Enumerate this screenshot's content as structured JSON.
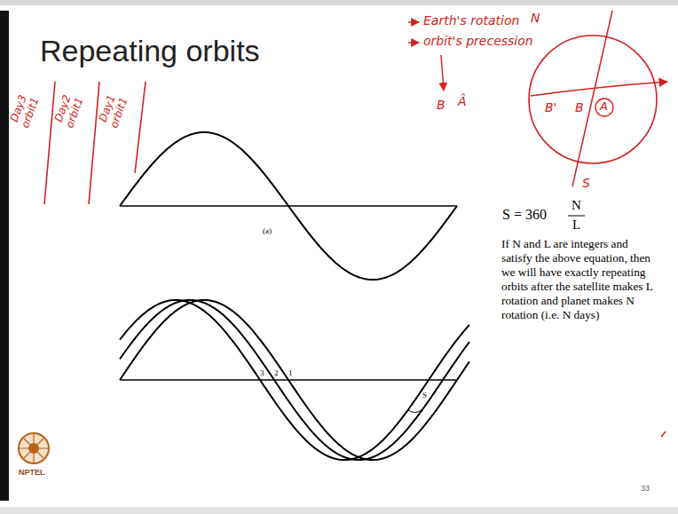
{
  "diagram": {
    "title": "Repeating orbits",
    "labels": [
      "Day3 orbit1",
      "Day2 orbit1",
      "Day1 orbit1",
      "Earth's rotation",
      "orbit's precession",
      "B",
      "Â",
      "N",
      "S",
      "B'",
      "B",
      "A",
      "(a)",
      "3",
      "2",
      "1",
      "S",
      "S = 360",
      "N",
      "L",
      "If N and L are integers and satisfy the above equation, then we will have exactly repeating orbits after the satellite makes L rotation and planet makes N rotation (i.e. N days)",
      "33",
      "NPTEL"
    ]
  }
}
